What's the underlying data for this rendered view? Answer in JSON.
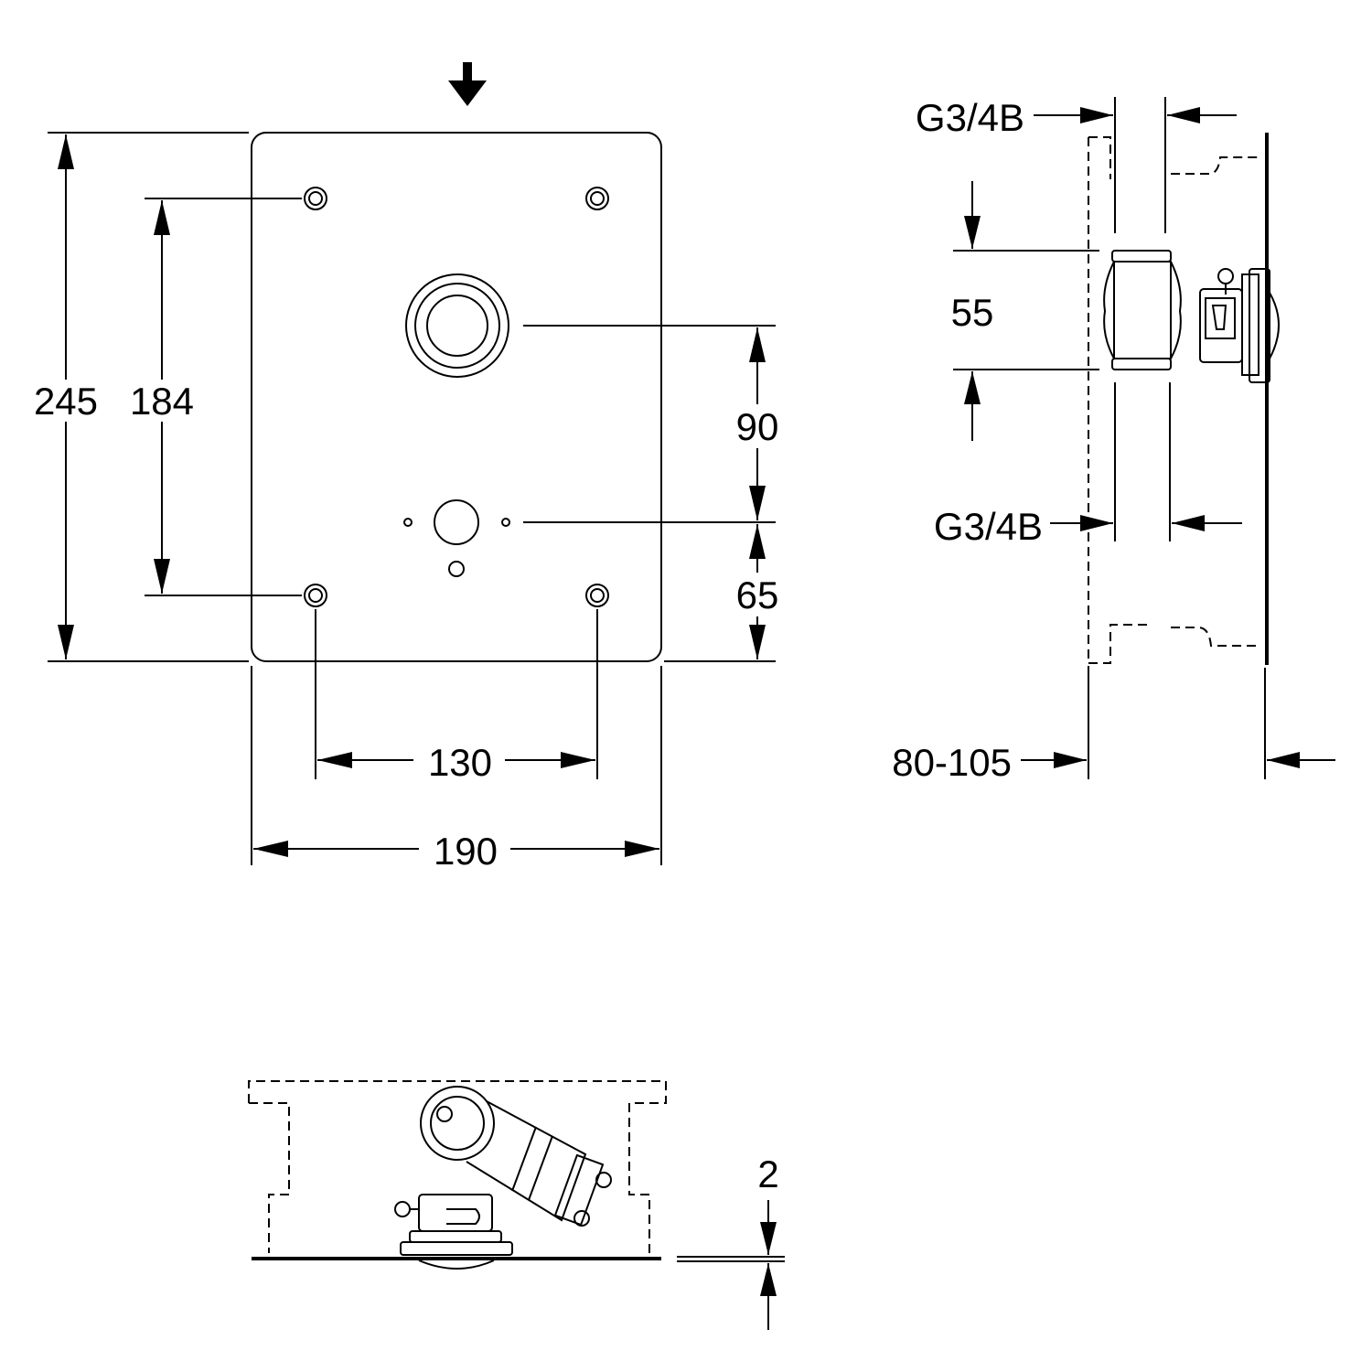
{
  "front_view": {
    "dimensions": {
      "overall_height": "245",
      "fixing_holes_vertical": "184",
      "outlet_to_inlet": "90",
      "inlet_to_lower_holes": "65",
      "fixing_holes_horizontal": "130",
      "overall_width": "190"
    }
  },
  "side_view": {
    "dimensions": {
      "upper_connection": "G3/4B",
      "cartridge_height": "55",
      "lower_connection": "G3/4B",
      "installation_depth": "80-105"
    }
  },
  "bottom_view": {
    "dimensions": {
      "plate_thickness": "2"
    }
  },
  "colors": {
    "line": "#000000",
    "background": "#ffffff"
  },
  "icons": {
    "flow_direction": "down-arrow-icon"
  }
}
